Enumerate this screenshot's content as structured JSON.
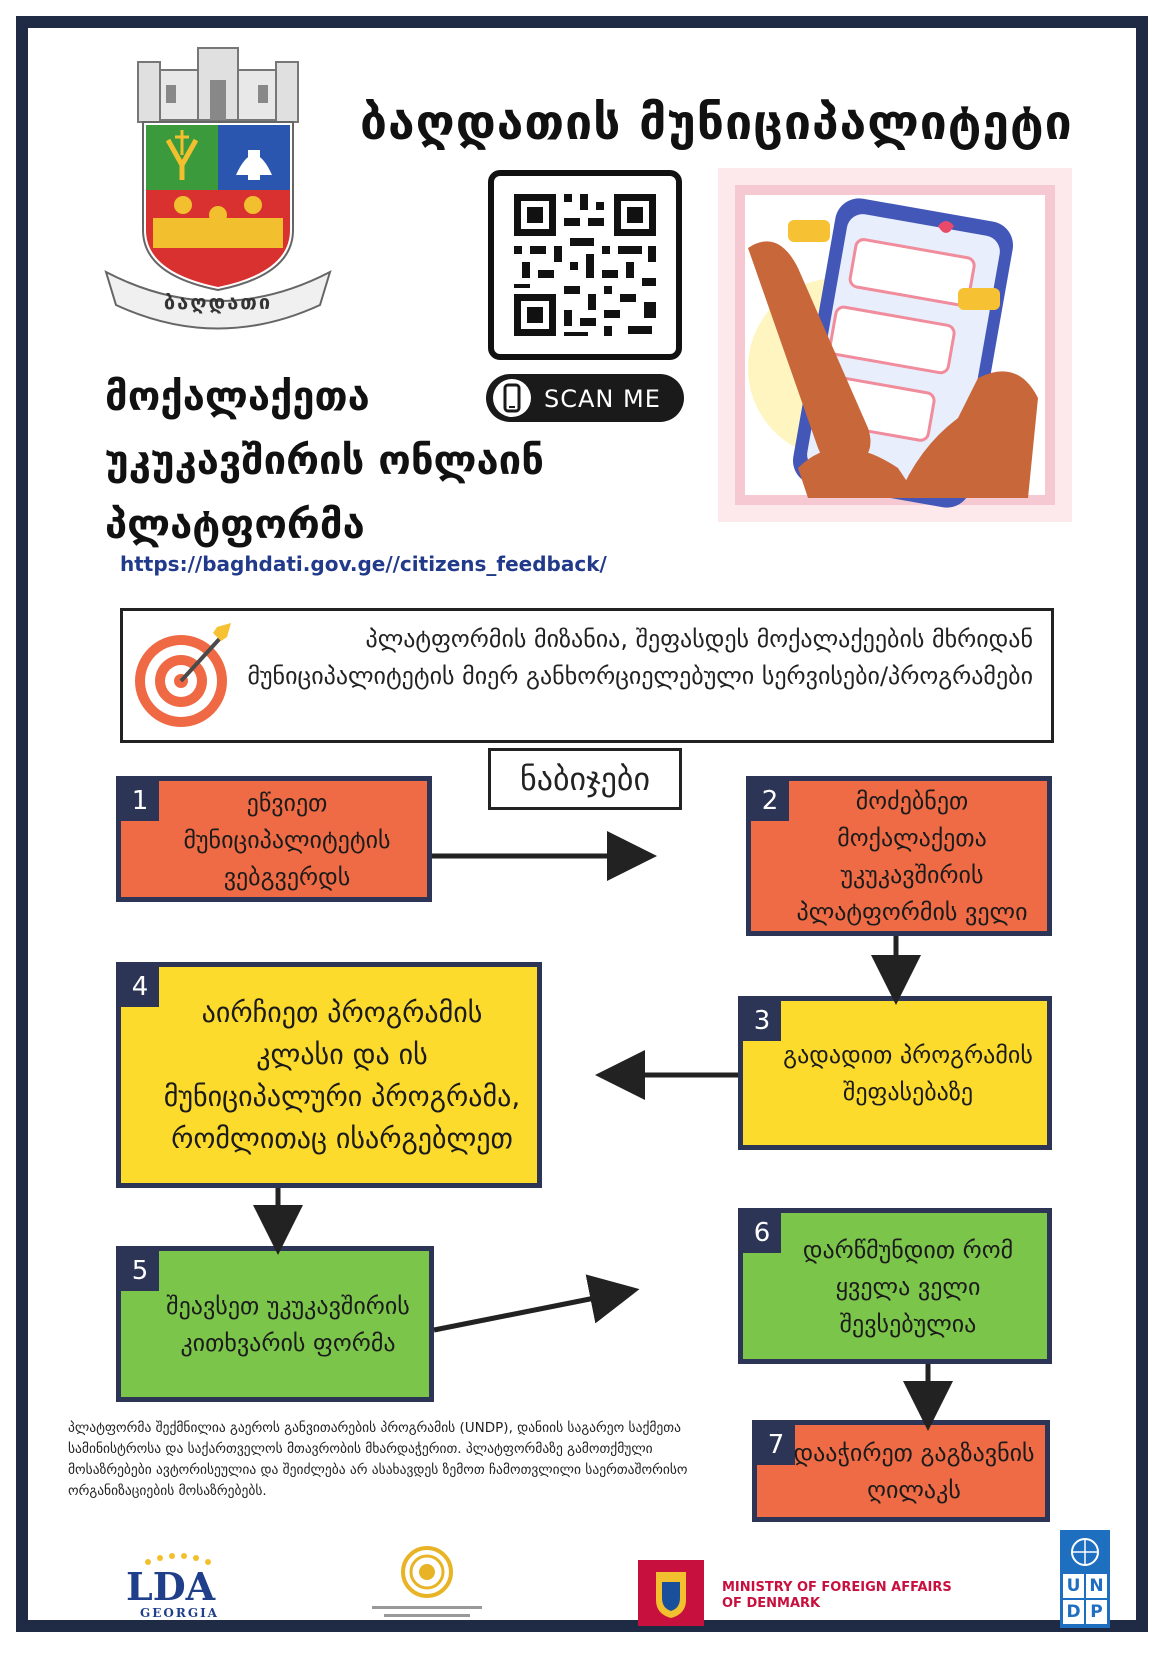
{
  "header": {
    "municipality_title": "ბაღდათის მუნიციპალიტეტი",
    "emblem_ribbon_text": "ბაღდათი",
    "platform_title_lines": [
      "მოქალაქეთა",
      "უკუკავშირის ონლაინ",
      "პლატფორმა"
    ],
    "url": "https://baghdati.gov.ge//citizens_feedback/"
  },
  "qr": {
    "scan_label": "SCAN ME"
  },
  "goal": {
    "text": "პლატფორმის მიზანია, შეფასდეს მოქალაქეების მხრიდან მუნიციპალიტეტის მიერ განხორციელებული სერვისები/პროგრამები"
  },
  "steps_title": "ნაბიჯები",
  "steps": [
    {
      "num": "1",
      "text": "ეწვიეთ მუნიციპალიტეტის ვებგვერდს"
    },
    {
      "num": "2",
      "text": "მოძებნეთ მოქალაქეთა უკუკავშირის პლატფორმის ველი"
    },
    {
      "num": "3",
      "text": "გადადით პროგრამის შეფასებაზე"
    },
    {
      "num": "4",
      "text": "აირჩიეთ პროგრამის კლასი და ის მუნიციპალური პროგრამა, რომლითაც ისარგებლეთ"
    },
    {
      "num": "5",
      "text": "შეავსეთ უკუკავშირის კითხვარის ფორმა"
    },
    {
      "num": "6",
      "text": "დარწმუნდით რომ ყველა ველი შევსებულია"
    },
    {
      "num": "7",
      "text": "დააჭირეთ გაგზავნის ღილაკს"
    }
  ],
  "disclaimer": "პლატფორმა შექმნილია გაეროს განვითარების პროგრამის (UNDP), დანიის საგარეო საქმეთა სამინისტროსა და საქართველოს მთავრობის მხარდაჭერით. პლატფორმაზე გამოთქმული მოსაზრებები ავტორისეულია და შეიძლება არ ასახავდეს ზემოთ ჩამოთვლილი საერთაშორისო ორგანიზაციების მოსაზრებებს.",
  "logos": {
    "lda_main": "LDA",
    "lda_sub": "GEORGIA",
    "denmark_line1": "MINISTRY OF FOREIGN AFFAIRS",
    "denmark_line2": "OF DENMARK",
    "undp_letters": [
      "U",
      "N",
      "D",
      "P"
    ]
  },
  "colors": {
    "frame": "#1f2b44",
    "step_orange": "#ee6b45",
    "step_yellow": "#fddb2d",
    "step_green": "#7ac54a",
    "step_border": "#2c3556",
    "url_blue": "#223a8a",
    "undp_blue": "#1f6fc0",
    "denmark_red": "#c8102e"
  }
}
